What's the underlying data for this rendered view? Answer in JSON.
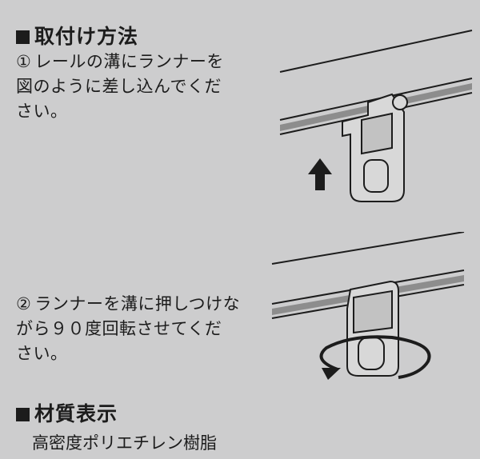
{
  "section1": {
    "title": "取付け方法"
  },
  "steps": [
    {
      "number": "①",
      "text": "レールの溝にランナーを\n図のように差し込んでくだ\nさい。"
    },
    {
      "number": "②",
      "text": "ランナーを溝に押しつけな\nがら９０度回転させてくだ\nさい。"
    }
  ],
  "section2": {
    "title": "材質表示",
    "material": "高密度ポリエチレン樹脂"
  },
  "icons": [
    "up-arrow-icon",
    "rotate-arrow-icon"
  ]
}
